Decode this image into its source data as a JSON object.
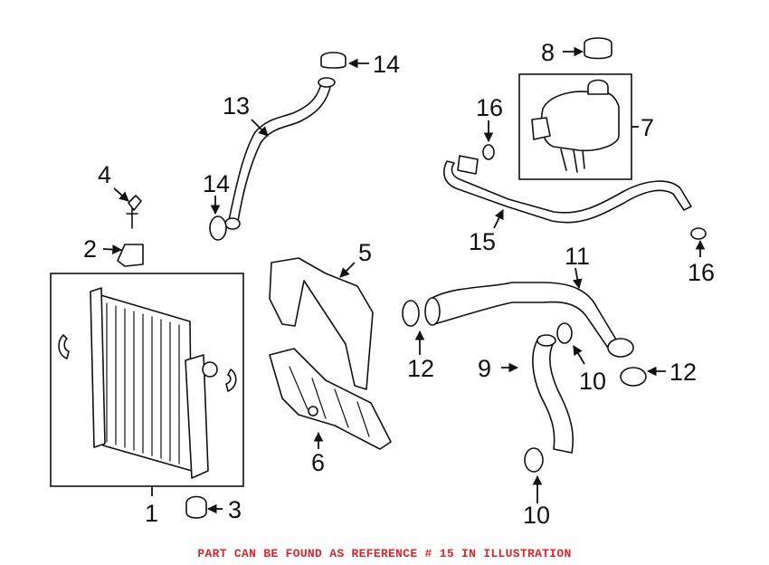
{
  "diagram": {
    "callouts": {
      "c1": "1",
      "c2": "2",
      "c3": "3",
      "c4": "4",
      "c5": "5",
      "c6": "6",
      "c7": "7",
      "c8": "8",
      "c9": "9",
      "c10a": "10",
      "c10b": "10",
      "c11": "11",
      "c12a": "12",
      "c12b": "12",
      "c13": "13",
      "c14a": "14",
      "c14b": "14",
      "c15": "15",
      "c16a": "16",
      "c16b": "16"
    }
  },
  "footer": {
    "note": "PART CAN BE FOUND AS REFERENCE # 15 IN ILLUSTRATION"
  },
  "colors": {
    "note_red": "#d9262b",
    "line": "#111111"
  }
}
